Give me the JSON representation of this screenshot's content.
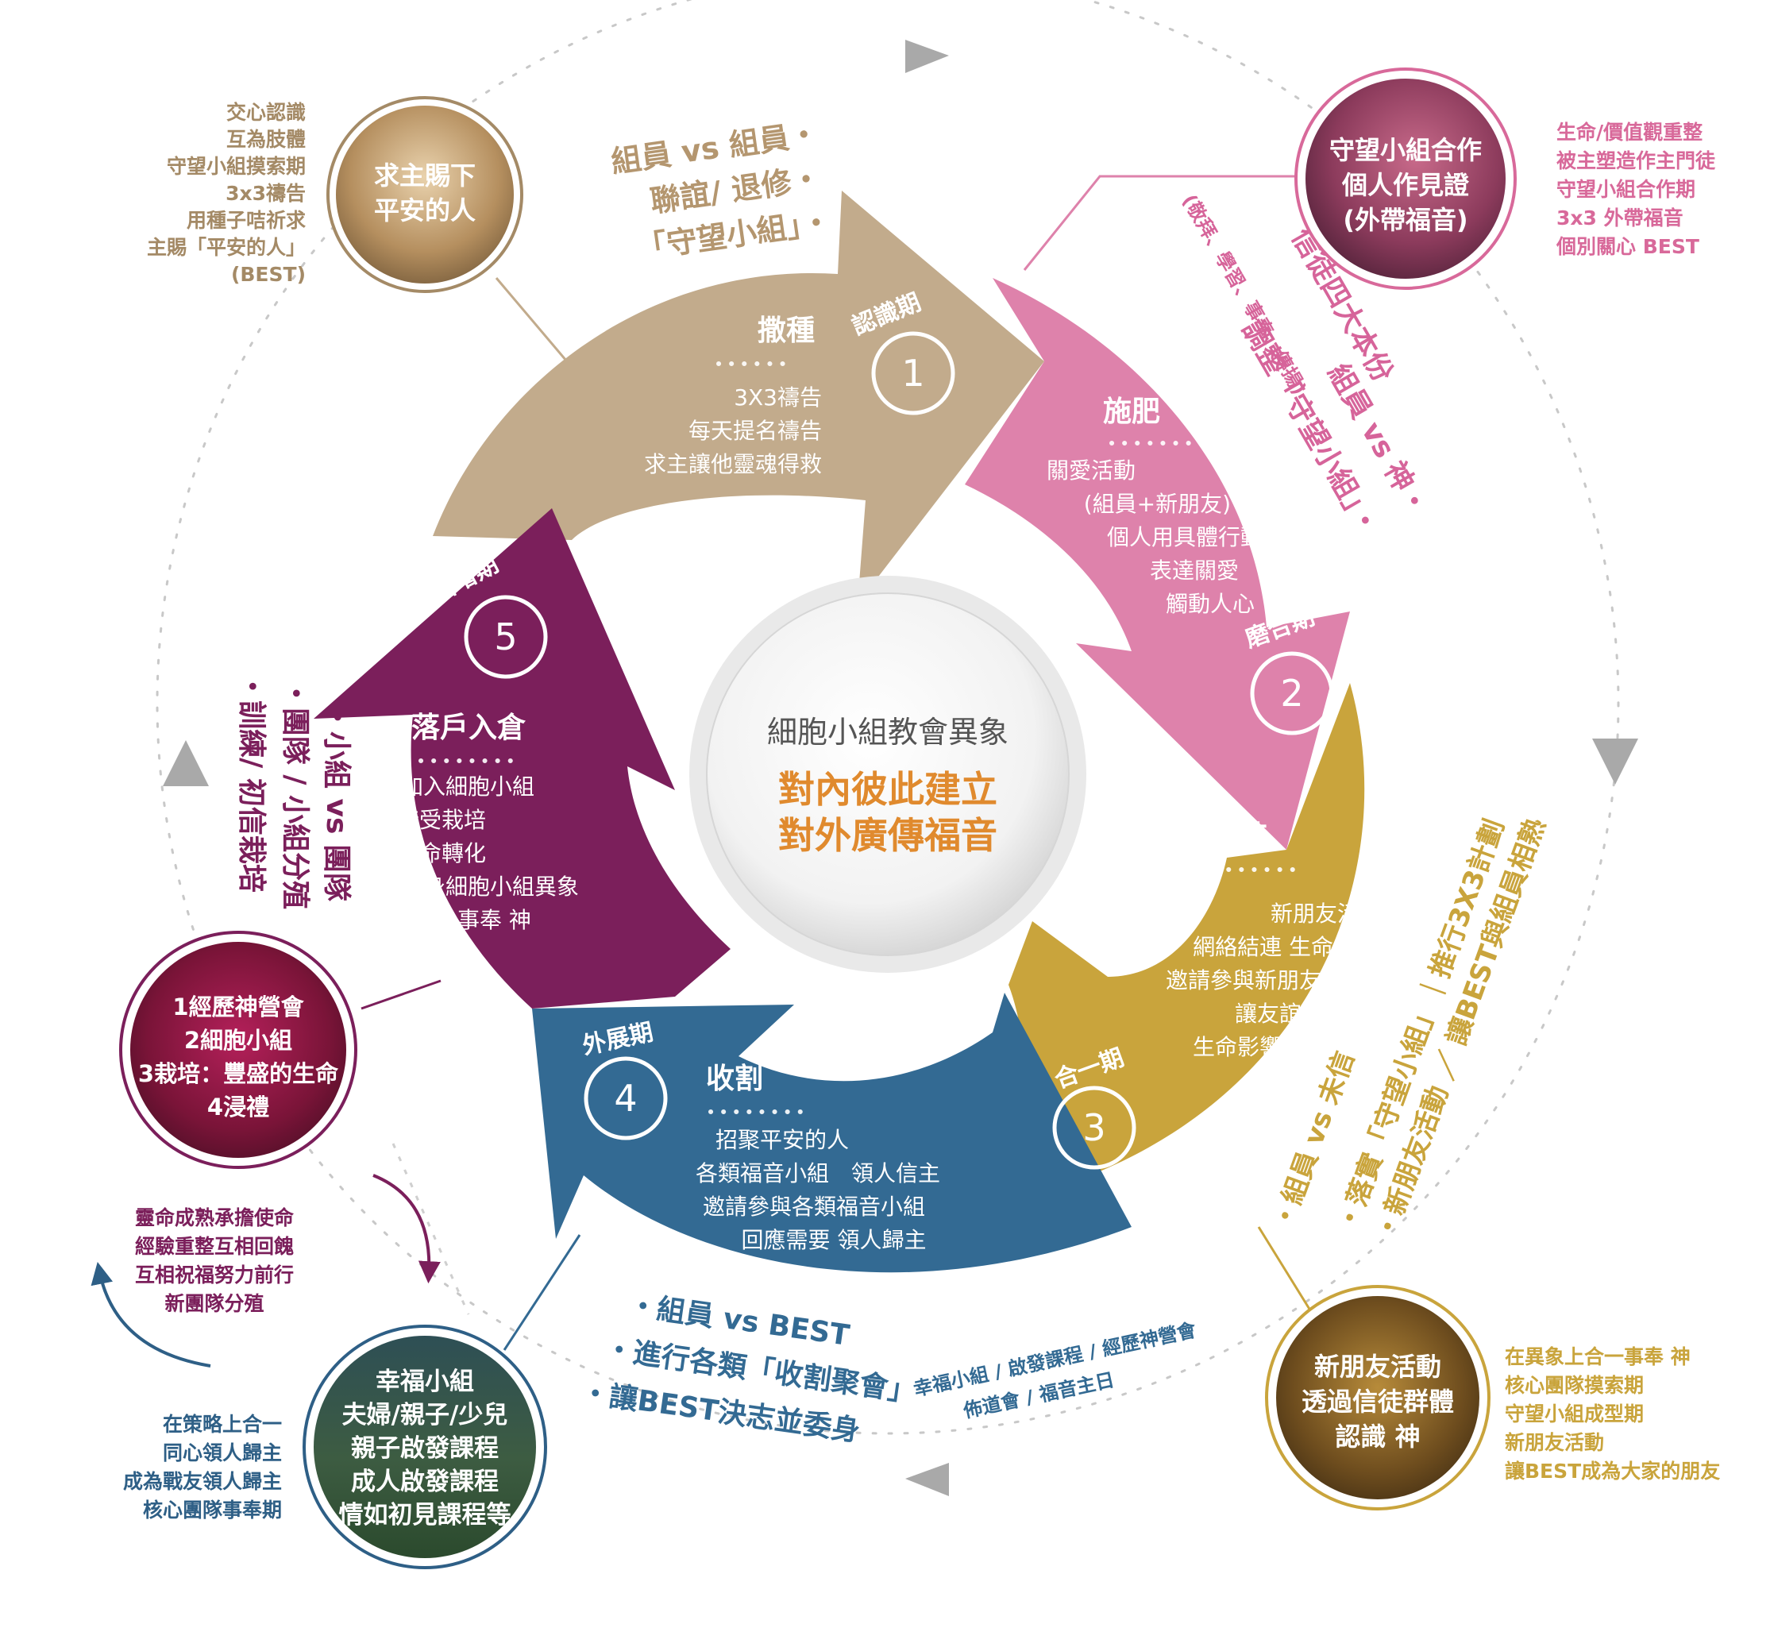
{
  "center": {
    "title": "細胞小組教會異象",
    "line1": "對內彼此建立",
    "line2": "對外廣傳福音"
  },
  "stages": [
    {
      "id": 1,
      "number": "1",
      "period": "認識期",
      "title": "撒種",
      "color": "#c2ab8c",
      "activities": [
        "3X3禱告",
        "每天提名禱告",
        "求主讓他靈魂得救"
      ],
      "outer": [
        "組員 vs 組員・",
        "聯誼/ 退修・",
        "「守望小組」・"
      ]
    },
    {
      "id": 2,
      "number": "2",
      "period": "磨合期",
      "title": "施肥",
      "color": "#de82ab",
      "activities": [
        "關愛活動",
        "(組員+新朋友)",
        "個人用具體行動",
        "表達關愛",
        "觸動人心"
      ],
      "outer": [
        "組員 vs 神・",
        "調整「守望小組」・",
        "信徒四大本份",
        "(敬拜、學習、事奉、傳揚)"
      ]
    },
    {
      "id": 3,
      "number": "3",
      "period": "合一期",
      "title": "育苗",
      "color": "#c9a43c",
      "activities": [
        "新朋友活動",
        "網絡結連 生命見證",
        "邀請參與新朋友活動",
        "讓友誼結盟",
        "生命影響生命"
      ],
      "outer": [
        "・組員 vs 未信",
        "・落實「守望小組」｜推行3X3計劃",
        "・新朋友活動 ／ 讓BEST與組員相熟"
      ]
    },
    {
      "id": 4,
      "number": "4",
      "period": "外展期",
      "title": "收割",
      "color": "#336a93",
      "activities": [
        "招聚平安的人",
        "各類福音小組　領人信主",
        "邀請參與各類福音小組",
        "回應需要 領人歸主"
      ],
      "outer": [
        "・組員 vs BEST",
        "・進行各類「收割聚會」",
        "・讓BEST決志並委身"
      ],
      "outer_small": [
        "幸福小組 / 啟發課程 / 經歷神營會",
        "佈道會 / 福音主日"
      ]
    },
    {
      "id": 5,
      "number": "5",
      "period": "倍增期",
      "title": "落戶入倉",
      "color": "#7b1f5b",
      "activities": [
        "加入細胞小組",
        "接受栽培",
        "生命轉化",
        "委身細胞小組異象",
        "同心事奉 神"
      ],
      "outer": [
        "・小組 vs 團隊",
        "・團隊 / 小組分殖",
        "・訓練/ 初信栽培"
      ]
    }
  ],
  "photo_circles": [
    {
      "id": "peace",
      "lines": [
        "求主賜下",
        "平安的人"
      ],
      "color": "#a48a66",
      "notes": [
        "交心認識",
        "互為肢體",
        "守望小組摸索期",
        "3x3禱告",
        "用種子咭祈求",
        "主賜「平安的人」",
        "(BEST)"
      ]
    },
    {
      "id": "watch",
      "lines": [
        "守望小組合作",
        "個人作見證",
        "(外帶福音)"
      ],
      "color": "#d8699a",
      "notes": [
        "生命/價值觀重整",
        "被主塑造作主門徒",
        "守望小組合作期",
        "3x3 外帶福音",
        "個別關心 BEST"
      ]
    },
    {
      "id": "friend",
      "lines": [
        "新朋友活動",
        "透過信徒群體",
        "認識 神"
      ],
      "color": "#c9a43c",
      "notes": [
        "在異象上合一事奉 神",
        "核心團隊摸索期",
        "守望小組成型期",
        "新朋友活動",
        "讓BEST成為大家的朋友"
      ]
    },
    {
      "id": "happy",
      "lines": [
        "幸福小組",
        "夫婦/親子/少兒",
        "親子啟發課程",
        "成人啟發課程",
        "情如初見課程等"
      ],
      "color": "#2e5f86",
      "notes": [
        "在策略上合一",
        "同心領人歸主",
        "成為戰友領人歸主",
        "核心團隊事奉期"
      ]
    },
    {
      "id": "camp",
      "lines": [
        "1經歷神營會",
        "2細胞小組",
        "3栽培：豐盛的生命",
        "4浸禮"
      ],
      "color": "#7b1f5b",
      "notes": [
        "靈命成熟承擔使命",
        "經驗重整互相回餽",
        "互相祝福努力前行",
        "新團隊分殖"
      ]
    }
  ]
}
